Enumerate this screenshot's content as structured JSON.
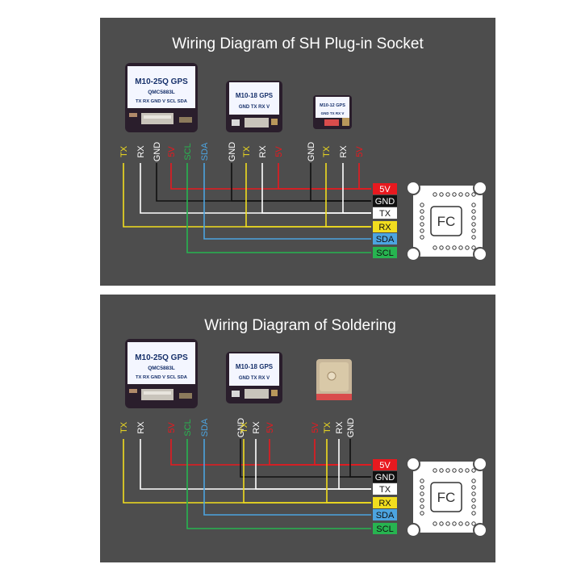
{
  "colors": {
    "background": "#4d4d4d",
    "5V": "#e8191f",
    "GND": "#111111",
    "TX": "#ffffff",
    "RX": "#f1dd1f",
    "SDA": "#4ca4e0",
    "SCL": "#27b450"
  },
  "panels": [
    {
      "title": "Wiring Diagram of SH Plug-in Socket",
      "modules": [
        {
          "name": "M10-25Q GPS",
          "sub": "QMC5883L",
          "pins": "TX RX GND V SCL SDA"
        },
        {
          "name": "M10-18 GPS",
          "sub": "",
          "pins": "GND TX RX V"
        },
        {
          "name": "M10-12 GPS",
          "sub": "",
          "pins": "GND TX RX V"
        }
      ],
      "wire_labels": [
        {
          "text": "TX",
          "signal": "RX"
        },
        {
          "text": "RX",
          "signal": "TX"
        },
        {
          "text": "GND",
          "signal": "GND"
        },
        {
          "text": "5V",
          "signal": "5V"
        },
        {
          "text": "SCL",
          "signal": "SCL"
        },
        {
          "text": "SDA",
          "signal": "SDA"
        },
        {
          "text": "GND",
          "signal": "GND"
        },
        {
          "text": "TX",
          "signal": "RX"
        },
        {
          "text": "RX",
          "signal": "TX"
        },
        {
          "text": "5V",
          "signal": "5V"
        },
        {
          "text": "GND",
          "signal": "GND"
        },
        {
          "text": "TX",
          "signal": "RX"
        },
        {
          "text": "RX",
          "signal": "TX"
        },
        {
          "text": "5V",
          "signal": "5V"
        }
      ],
      "fc_pins": [
        "5V",
        "GND",
        "TX",
        "RX",
        "SDA",
        "SCL"
      ],
      "fc_label": "FC"
    },
    {
      "title": "Wiring Diagram of Soldering",
      "modules": [
        {
          "name": "M10-25Q GPS",
          "sub": "QMC5883L",
          "pins": "TX RX GND V SCL SDA"
        },
        {
          "name": "M10-18 GPS",
          "sub": "",
          "pins": "GND TX RX V"
        },
        {
          "name": "",
          "sub": "",
          "pins": ""
        }
      ],
      "wire_labels": [
        {
          "text": "TX",
          "signal": "RX"
        },
        {
          "text": "RX",
          "signal": "TX"
        },
        {
          "text": "5V",
          "signal": "5V"
        },
        {
          "text": "SCL",
          "signal": "SCL"
        },
        {
          "text": "SDA",
          "signal": "SDA"
        },
        {
          "text": "GND",
          "signal": "GND"
        },
        {
          "text": "TX",
          "signal": "RX"
        },
        {
          "text": "RX",
          "signal": "TX"
        },
        {
          "text": "5V",
          "signal": "5V"
        },
        {
          "text": "5V",
          "signal": "5V"
        },
        {
          "text": "TX",
          "signal": "RX"
        },
        {
          "text": "RX",
          "signal": "TX"
        },
        {
          "text": "GND",
          "signal": "GND"
        }
      ],
      "fc_pins": [
        "5V",
        "GND",
        "TX",
        "RX",
        "SDA",
        "SCL"
      ],
      "fc_label": "FC"
    }
  ]
}
